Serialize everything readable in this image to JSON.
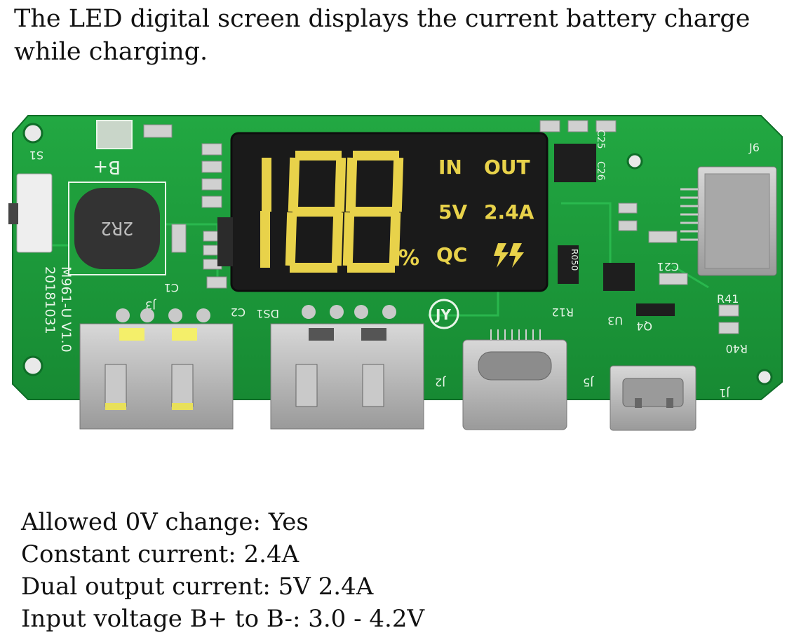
{
  "headline": "The LED digital screen displays the current battery charge while charging.",
  "board": {
    "display": {
      "digits": "188",
      "percent_sign": "%",
      "in_label": "IN",
      "out_label": "OUT",
      "voltage": "5V",
      "current": "2.4A",
      "qc_label": "QC",
      "bolt_icon": "double-lightning-icon"
    },
    "silkscreen": {
      "model": "M961-U V1.0",
      "date": "20181031",
      "bplus": "B+",
      "s1": "S1",
      "inductor": "2R2",
      "ds1": "DS1",
      "j1": "J1",
      "j2": "J2",
      "j3": "J3",
      "j5": "J5",
      "j6": "J6",
      "r050": "R050",
      "r40": "R40",
      "r41": "R41",
      "c25": "C25",
      "c26": "C26",
      "c21": "C21",
      "u3": "U3",
      "c1": "C1",
      "c2": "C2",
      "r12": "R12",
      "q4": "Q4"
    },
    "colors": {
      "pcb": "#1f9f3c",
      "lcd": "#1a1a1a",
      "segment": "#e8d24a",
      "metal": "#b8b8b8"
    }
  },
  "specs": [
    "Allowed 0V change: Yes",
    "Constant current: 2.4A",
    "Dual output current: 5V 2.4A",
    "Input voltage B+ to B-: 3.0 - 4.2V"
  ]
}
